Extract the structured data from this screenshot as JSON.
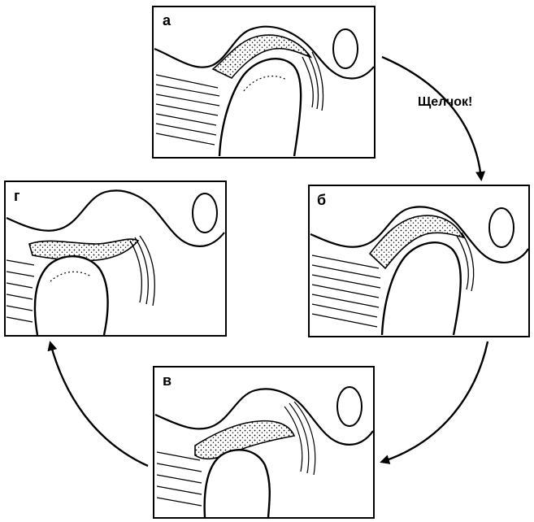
{
  "panels": [
    {
      "id": "a",
      "label": "а"
    },
    {
      "id": "b",
      "label": "б"
    },
    {
      "id": "v",
      "label": "в"
    },
    {
      "id": "g",
      "label": "г"
    }
  ],
  "cycle_annotation": "Щелчок!",
  "colors": {
    "ink": "#000000",
    "background": "#ffffff"
  }
}
